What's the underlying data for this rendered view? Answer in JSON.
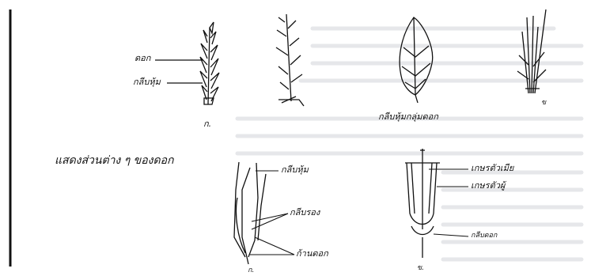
{
  "figure": {
    "background_color": "#ffffff",
    "ink_color": "#111111",
    "bleed_text_color": "#c9ccd2"
  },
  "labels": {
    "dok": "ดอก",
    "klip_hum": "กลีบหุ้ม",
    "panel_ko_top": "ก.",
    "klip_hum_klum_dok": "กลีบหุ้มกลุ่มดอก",
    "panel_kho_top": "ข",
    "heading": "แสดงส่วนต่าง ๆ ของดอก",
    "klip_hum_bottom": "กลีบหุ้ม",
    "klip_rong": "กลีบรอง",
    "kan_dok": "ก้านดอก",
    "panel_ko_bottom": "ก.",
    "kesorn_tua_mia": "เกษรตัวเมีย",
    "kesorn_tua_phu": "เกษรตัวผู้",
    "klip_dok": "กลีบดอก",
    "panel_kho_bottom": "ข."
  }
}
